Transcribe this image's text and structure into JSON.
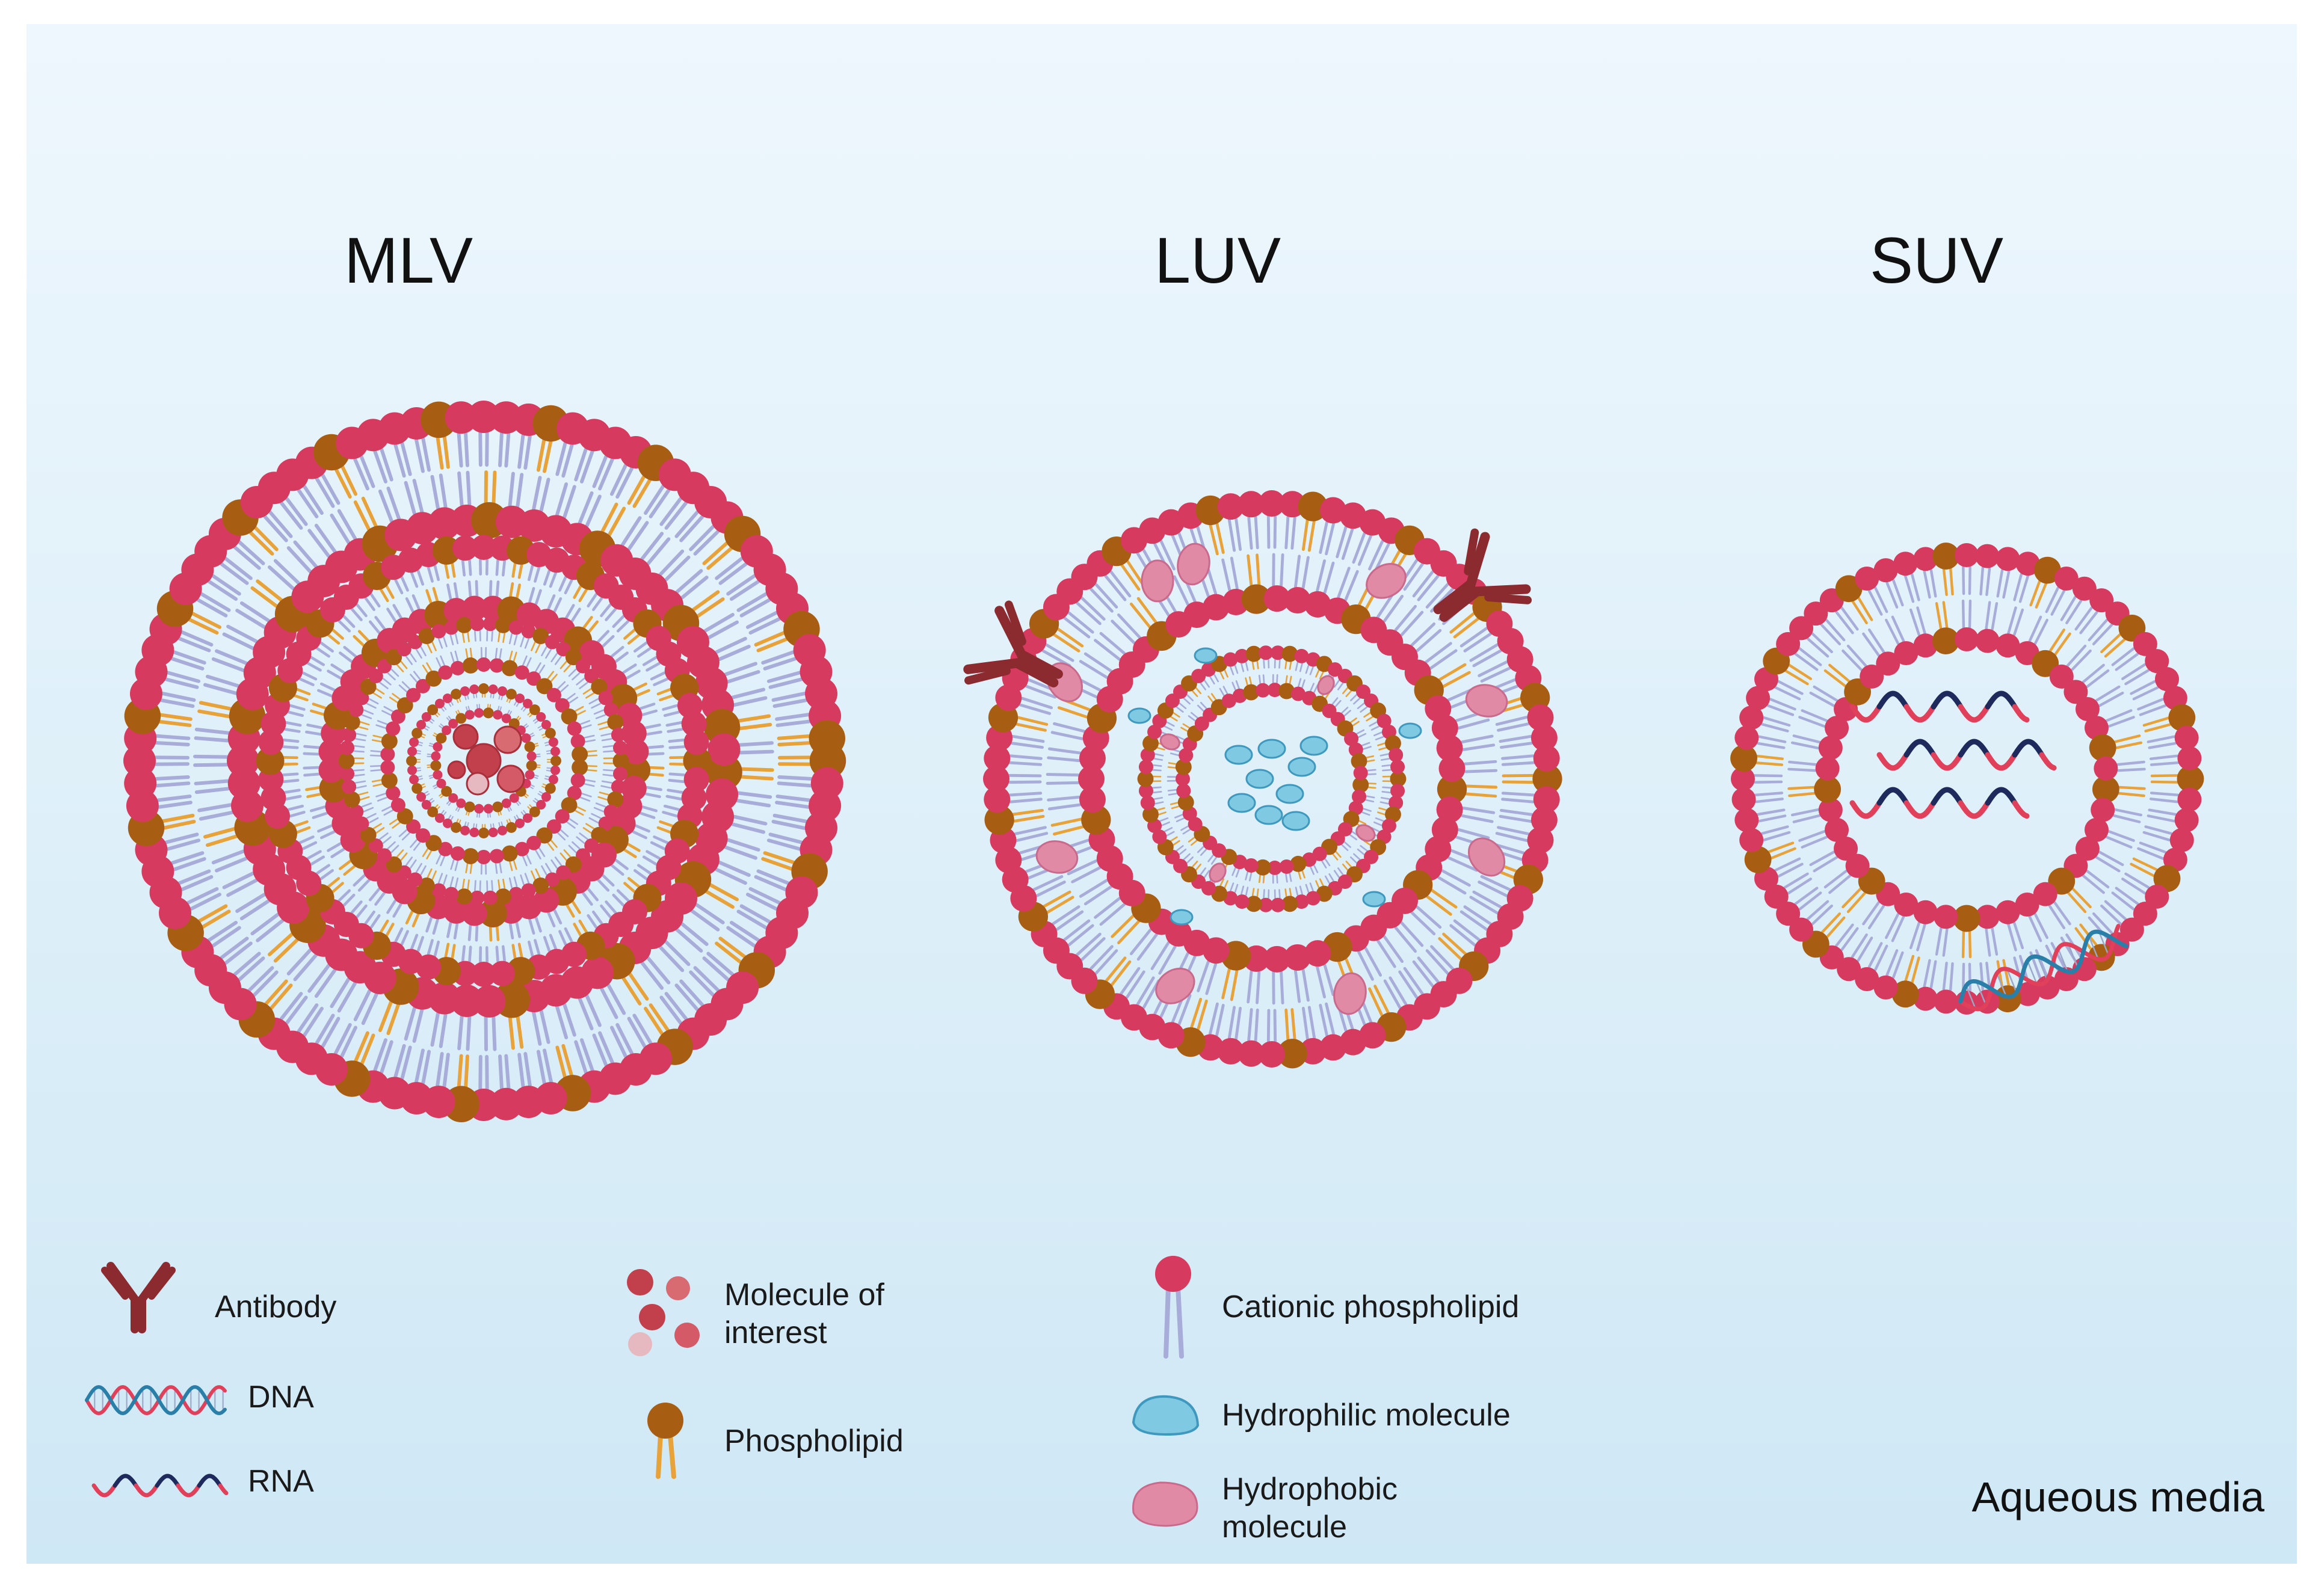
{
  "titles": {
    "mlv": "MLV",
    "luv": "LUV",
    "suv": "SUV"
  },
  "legend": {
    "antibody": "Antibody",
    "dna": "DNA",
    "rna": "RNA",
    "molecule_of_interest_line1": "Molecule of",
    "molecule_of_interest_line2": "interest",
    "phospholipid": "Phospholipid",
    "cationic_phospholipid": "Cationic phospholipid",
    "hydrophilic_molecule": "Hydrophilic molecule",
    "hydrophobic_molecule_line1": "Hydrophobic",
    "hydrophobic_molecule_line2": "molecule"
  },
  "aqueous_media": "Aqueous media",
  "colors": {
    "background_top": "#eef7fd",
    "background_bottom": "#cfe8f5",
    "cationic_head": "#d63a5e",
    "phospholipid_head": "#a85e12",
    "tail_lavender": "#a7acd9",
    "tail_orange": "#e8a23a",
    "antibody": "#8b2a2f",
    "hydrophilic": "#7fc9e2",
    "hydrophobic": "#e08aa6",
    "rna_red": "#e0405a",
    "rna_navy": "#1f2a5c",
    "dna_teal": "#2a7fa8"
  }
}
